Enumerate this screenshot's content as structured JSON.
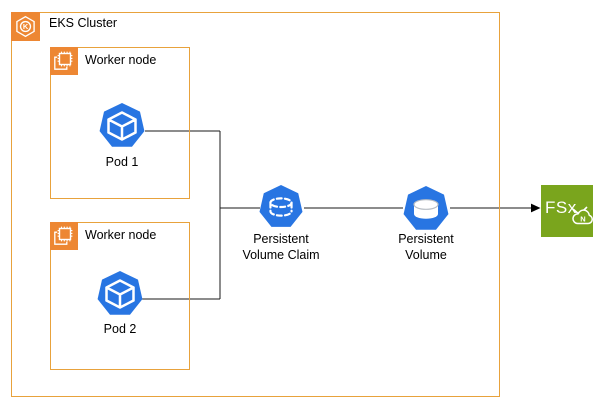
{
  "cluster": {
    "label": "EKS Cluster"
  },
  "worker_nodes": [
    {
      "label": "Worker node",
      "pod": "Pod 1"
    },
    {
      "label": "Worker node",
      "pod": "Pod 2"
    }
  ],
  "pvc": {
    "line1": "Persistent",
    "line2": "Volume Claim"
  },
  "pv": {
    "line1": "Persistent",
    "line2": "Volume"
  },
  "fsx": {
    "label": "FSx",
    "cloud_letter": "N"
  },
  "eks_icon": {
    "letter": "K"
  },
  "colors": {
    "group_border_orange": "#E8A23C",
    "icon_fill_orange": "#ED8733",
    "kubernetes_blue": "#2875E2",
    "fsx_green": "#7AA51D",
    "connector_line": "#1a1a1a",
    "text": "#000000",
    "background": "#ffffff"
  }
}
